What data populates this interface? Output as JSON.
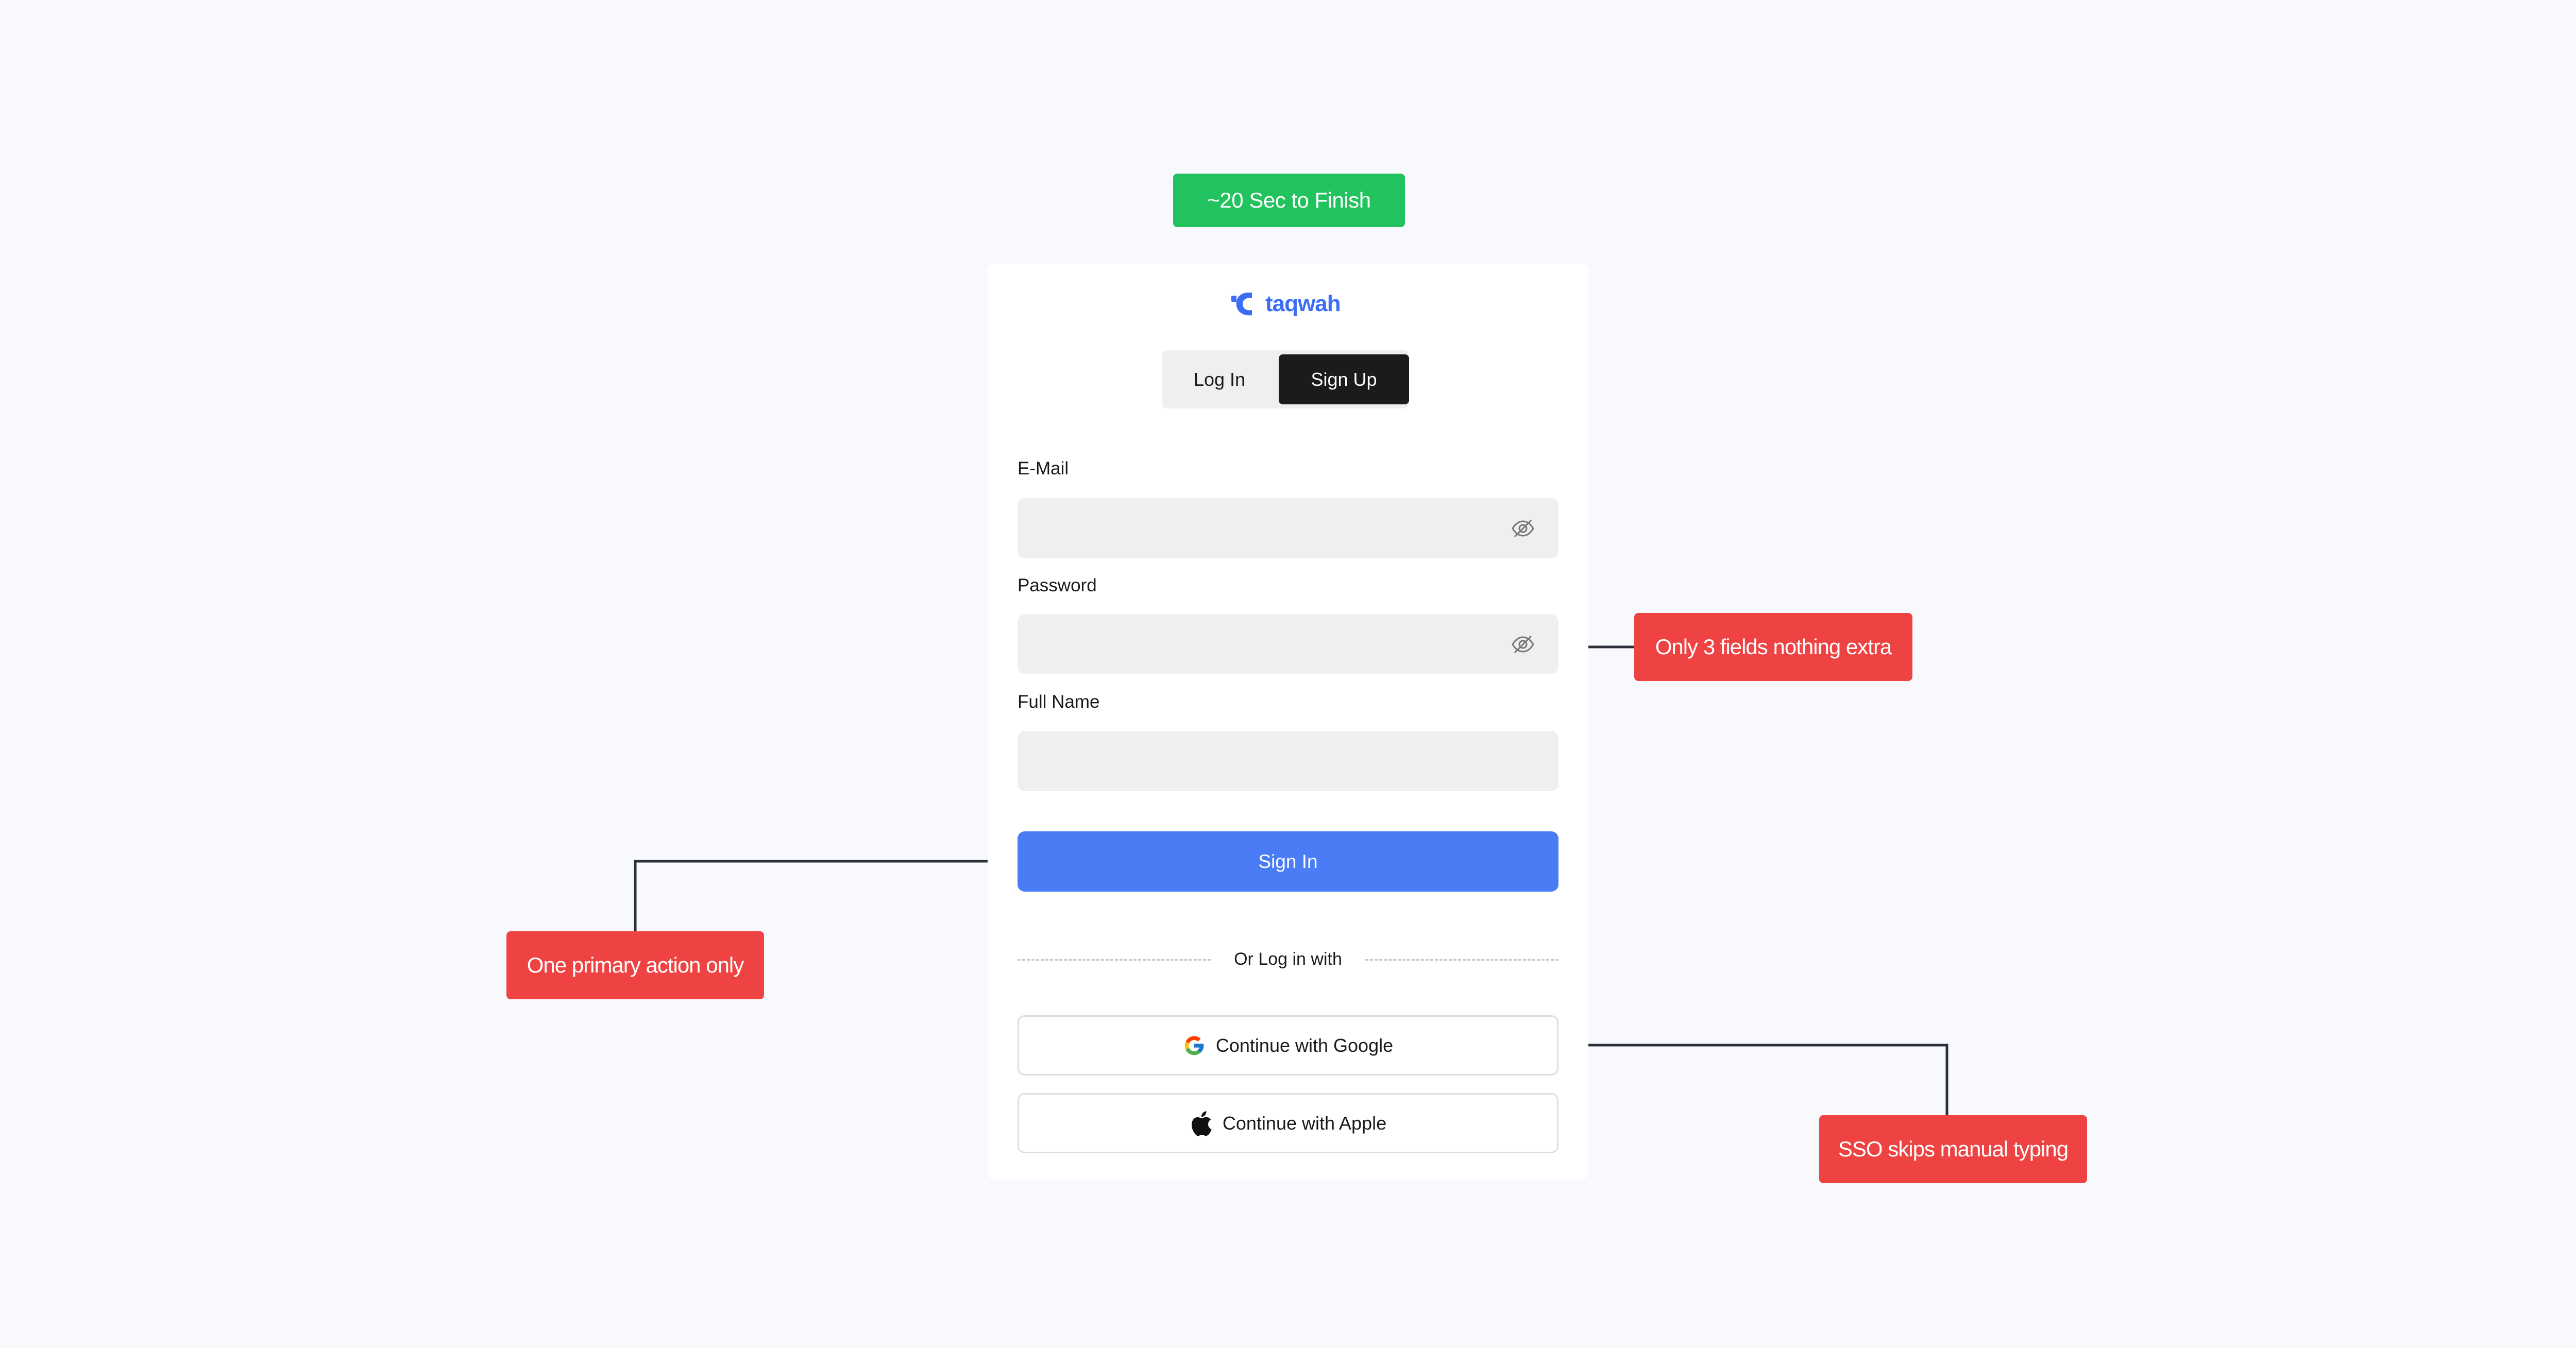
{
  "header": {
    "time_badge": "~20 Sec to Finish"
  },
  "brand": {
    "name": "taqwah",
    "color": "#3b6ef5"
  },
  "auth_tabs": [
    {
      "label": "Log In",
      "selected": false
    },
    {
      "label": "Sign Up",
      "selected": true
    }
  ],
  "form": {
    "email": {
      "label": "E-Mail",
      "value": "",
      "icon": "eye-off-icon"
    },
    "password": {
      "label": "Password",
      "value": "",
      "icon": "eye-off-icon"
    },
    "full_name": {
      "label": "Full Name",
      "value": ""
    },
    "submit_label": "Sign In"
  },
  "divider": {
    "text": "Or Log in with"
  },
  "sso": {
    "google_label": "Continue with Google",
    "apple_label": "Continue with Apple"
  },
  "annotations": {
    "fields": "Only 3 fields nothing extra",
    "primary": "One primary action only",
    "sso": "SSO skips manual typing"
  },
  "colors": {
    "primary": "#4a7cf5",
    "success": "#22c35e",
    "annotation": "#ef4343",
    "tab_active": "#1b1b1b"
  }
}
